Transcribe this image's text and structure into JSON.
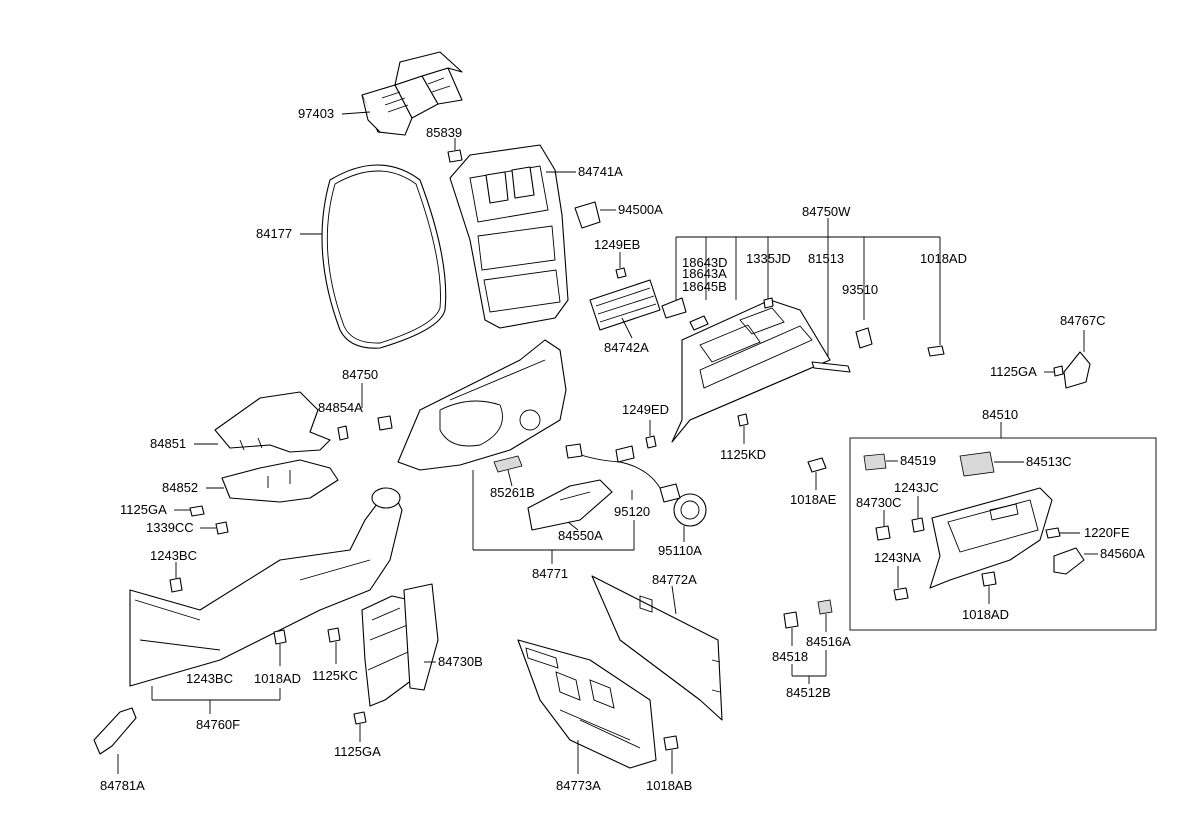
{
  "labels": {
    "l97403": "97403",
    "l85839": "85839",
    "l84741A": "84741A",
    "l84177": "84177",
    "l94500A": "94500A",
    "l84750W": "84750W",
    "l1249EB": "1249EB",
    "l18643D": "18643D",
    "l18643A": "18643A",
    "l18645B": "18645B",
    "l1335JD": "1335JD",
    "l81513": "81513",
    "l1018AD_a": "1018AD",
    "l93510": "93510",
    "l84742A": "84742A",
    "l84767C": "84767C",
    "l1125GA_a": "1125GA",
    "l84750": "84750",
    "l84854A": "84854A",
    "l84851": "84851",
    "l84852": "84852",
    "l1125GA_b": "1125GA",
    "l1339CC": "1339CC",
    "l1249ED": "1249ED",
    "l1125KD": "1125KD",
    "l84510": "84510",
    "l84519": "84519",
    "l84513C": "84513C",
    "l1018AE": "1018AE",
    "l85261B": "85261B",
    "l95120": "95120",
    "l84730C": "84730C",
    "l1243JC": "1243JC",
    "l84550A": "84550A",
    "l1220FE": "1220FE",
    "l95110A": "95110A",
    "l84560A": "84560A",
    "l1243NA": "1243NA",
    "l1243BC_a": "1243BC",
    "l84771": "84771",
    "l84772A": "84772A",
    "l1018AD_b": "1018AD",
    "l84516A": "84516A",
    "l84518": "84518",
    "l84730B": "84730B",
    "l1125KC": "1125KC",
    "l1243BC_b": "1243BC",
    "l1018AD_c": "1018AD",
    "l84512B": "84512B",
    "l84760F": "84760F",
    "l1125GA_c": "1125GA",
    "l84781A": "84781A",
    "l84773A": "84773A",
    "l1018AB": "1018AB"
  }
}
